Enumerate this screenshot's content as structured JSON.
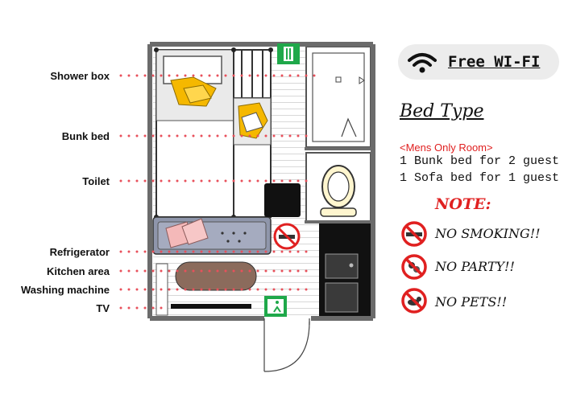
{
  "room_labels": [
    "Shower box",
    "Bunk bed",
    "Toilet",
    "Refrigerator",
    "Kitchen area",
    "Washing machine",
    "TV"
  ],
  "wifi": {
    "label": "Free WI-FI",
    "icon": "wifi-icon"
  },
  "bed_type": {
    "title": "Bed Type",
    "room_note": "<Mens Only Room>",
    "beds": [
      "1 Bunk bed for 2 guest",
      "1 Sofa bed for 1 guest"
    ]
  },
  "note": {
    "title": "NOTE:",
    "rules": [
      "NO SMOKING!!",
      "NO PARTY!!",
      "NO PETS!!"
    ],
    "rule_icons": [
      "no-smoking-icon",
      "no-party-icon",
      "no-pets-icon"
    ]
  },
  "colors": {
    "wall": "#6b6b6b",
    "leader_dots": "#e8505b",
    "prohibition": "#e02020",
    "exit_sign": "#1fa84a",
    "pillow": "#f5b800",
    "sofa": "#8f96ab",
    "table": "#8b6b5c"
  }
}
